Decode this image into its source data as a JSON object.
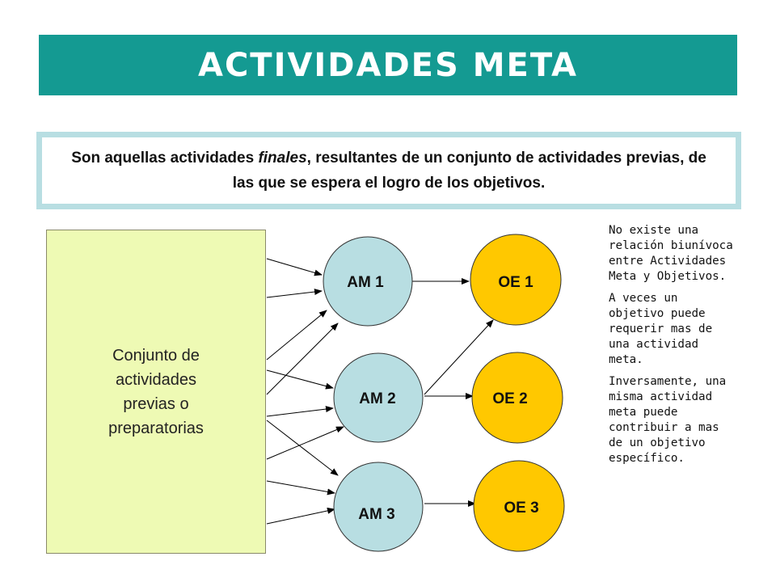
{
  "title": "ACTIVIDADES META",
  "definition": {
    "before": "Son aquellas actividades ",
    "emphasis": "finales",
    "after": ", resultantes de un conjunto de actividades previas, de las que se espera el logro de los objetivos."
  },
  "previous_box": "Conjunto de\nactividades\nprevias o\npreparatorias",
  "nodes": {
    "am1": "AM 1",
    "am2": "AM 2",
    "am3": "AM 3",
    "oe1": "OE 1",
    "oe2": "OE 2",
    "oe3": "OE 3"
  },
  "colors": {
    "header": "#149a92",
    "definition_border": "#b8dee2",
    "box_fill": "#eefab4",
    "am_fill": "#b8dee2",
    "oe_fill": "#ffc800"
  },
  "notes": [
    "No existe una relación biunívoca entre Actividades Meta y Objetivos.",
    "A veces un objetivo puede requerir mas de una actividad meta.",
    "Inversamente, una misma actividad meta puede contribuir a mas de un objetivo específico."
  ]
}
